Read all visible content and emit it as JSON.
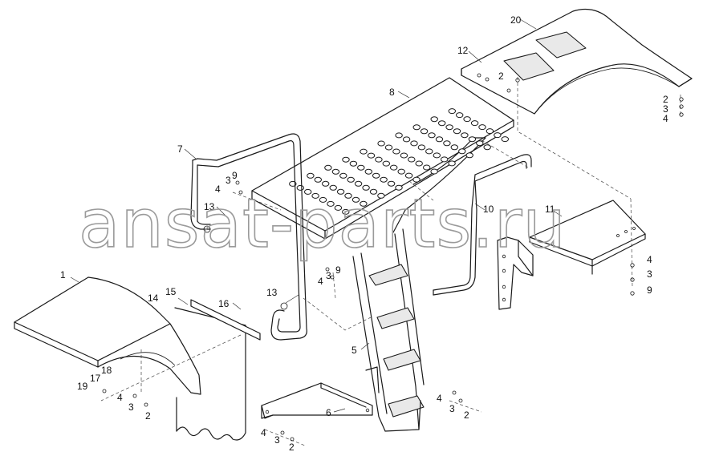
{
  "watermark": "ansat-parts.ru",
  "part_labels": {
    "p1": "1",
    "p2a": "2",
    "p2b": "2",
    "p2c": "2",
    "p2d": "2",
    "p2e": "2",
    "p3a": "3",
    "p3b": "3",
    "p3c": "3",
    "p3d": "3",
    "p3e": "3",
    "p3f": "3",
    "p3g": "3",
    "p4a": "4",
    "p4b": "4",
    "p4c": "4",
    "p4d": "4",
    "p4e": "4",
    "p4f": "4",
    "p4g": "4",
    "p5": "5",
    "p6": "6",
    "p7": "7",
    "p8": "8",
    "p9a": "9",
    "p9b": "9",
    "p9c": "9",
    "p10": "10",
    "p11": "11",
    "p12": "12",
    "p13a": "13",
    "p13b": "13",
    "p14": "14",
    "p15": "15",
    "p16": "16",
    "p17": "17",
    "p18": "18",
    "p19": "19",
    "p20": "20"
  }
}
